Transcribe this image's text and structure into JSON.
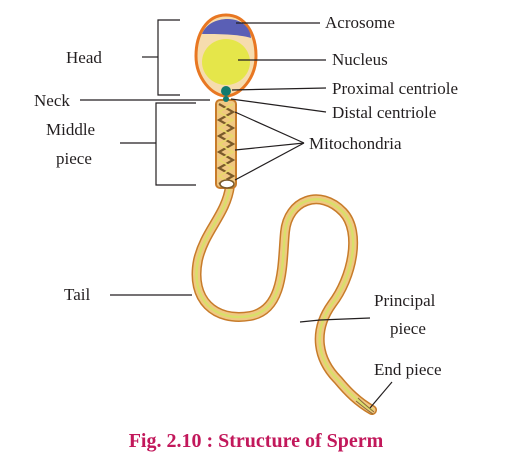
{
  "figure": {
    "caption": "Fig. 2.10 : Structure of Sperm"
  },
  "labels": {
    "acrosome": "Acrosome",
    "nucleus": "Nucleus",
    "proximal_centriole": "Proximal centriole",
    "distal_centriole": "Distal centriole",
    "mitochondria": "Mitochondria",
    "head": "Head",
    "neck": "Neck",
    "middle_piece_line1": "Middle",
    "middle_piece_line2": "piece",
    "tail": "Tail",
    "principal_piece_line1": "Principal",
    "principal_piece_line2": "piece",
    "end_piece": "End piece"
  },
  "colors": {
    "head_outline": "#e87722",
    "head_fill": "#f6dcae",
    "nucleus": "#e5e64a",
    "acrosome": "#5a5fb5",
    "centriole": "#127a6e",
    "tail_outer": "#e8b56a",
    "tail_inner": "#d9df6a",
    "caption": "#c2185b"
  }
}
